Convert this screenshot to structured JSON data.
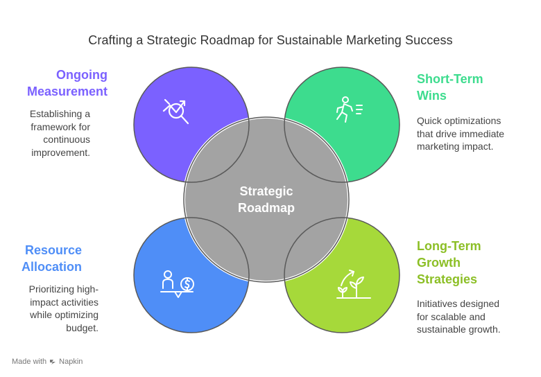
{
  "title": "Crafting a Strategic Roadmap for Sustainable Marketing Success",
  "hub": {
    "line1": "Strategic",
    "line2": "Roadmap"
  },
  "nodes": {
    "measurement": {
      "title1": "Ongoing",
      "title2": "Measurement",
      "desc1": "Establishing a",
      "desc2": "framework for",
      "desc3": "continuous",
      "desc4": "improvement.",
      "icon": "growth-analysis-icon",
      "color": "#7b61ff"
    },
    "short_term": {
      "title1": "Short-Term",
      "title2": "Wins",
      "desc1": "Quick optimizations",
      "desc2": "that drive immediate",
      "desc3": "marketing impact.",
      "icon": "running-person-icon",
      "color": "#3ddc8e"
    },
    "resource": {
      "title1": "Resource",
      "title2": "Allocation",
      "desc1": "Prioritizing high-",
      "desc2": "impact activities",
      "desc3": "while optimizing",
      "desc4": "budget.",
      "icon": "balance-scale-icon",
      "color": "#4f8ef7"
    },
    "long_term": {
      "title1": "Long-Term",
      "title2": "Growth",
      "title3": "Strategies",
      "desc1": "Initiatives designed",
      "desc2": "for scalable and",
      "desc3": "sustainable growth.",
      "icon": "plant-growth-icon",
      "color": "#9ccc2f"
    }
  },
  "hub_color": "#a3a3a3",
  "footer": {
    "prefix": "Made with",
    "brand": "Napkin"
  }
}
